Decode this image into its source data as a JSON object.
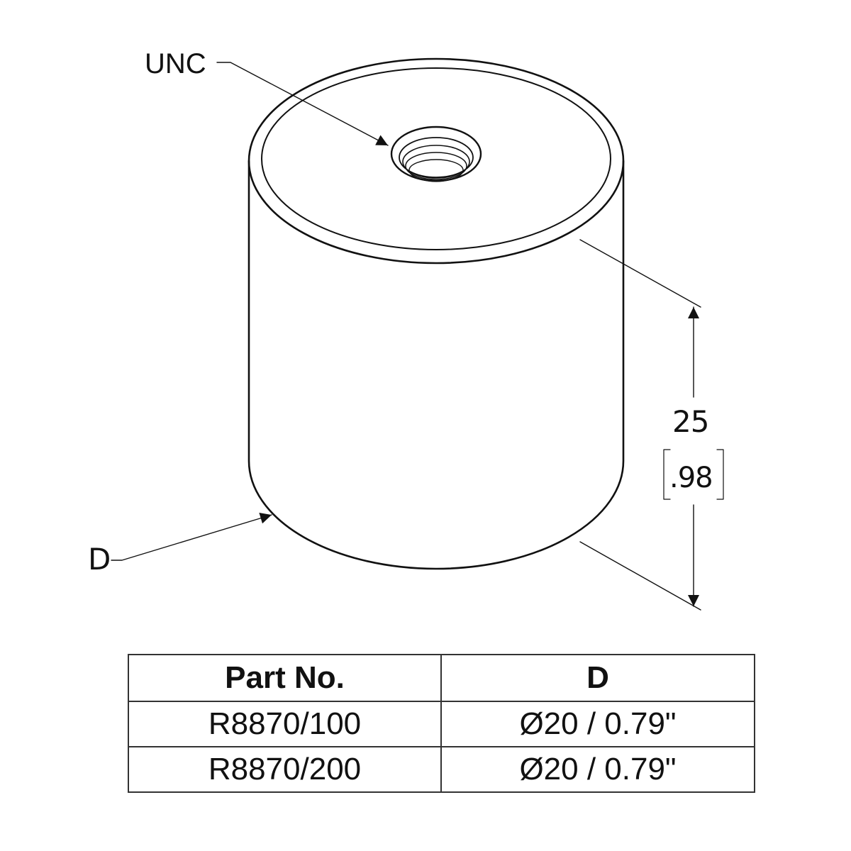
{
  "callouts": {
    "thread_label": "UNC",
    "diameter_label": "D"
  },
  "dimension": {
    "height_mm": "25",
    "height_in": ".98"
  },
  "table": {
    "headers": [
      "Part No.",
      "D"
    ],
    "rows": [
      [
        "R8870/100",
        "Ø20 / 0.79\""
      ],
      [
        "R8870/200",
        "Ø20 / 0.79\""
      ]
    ]
  },
  "colors": {
    "line": "#111111",
    "table_border": "#333333",
    "background": "#ffffff"
  }
}
